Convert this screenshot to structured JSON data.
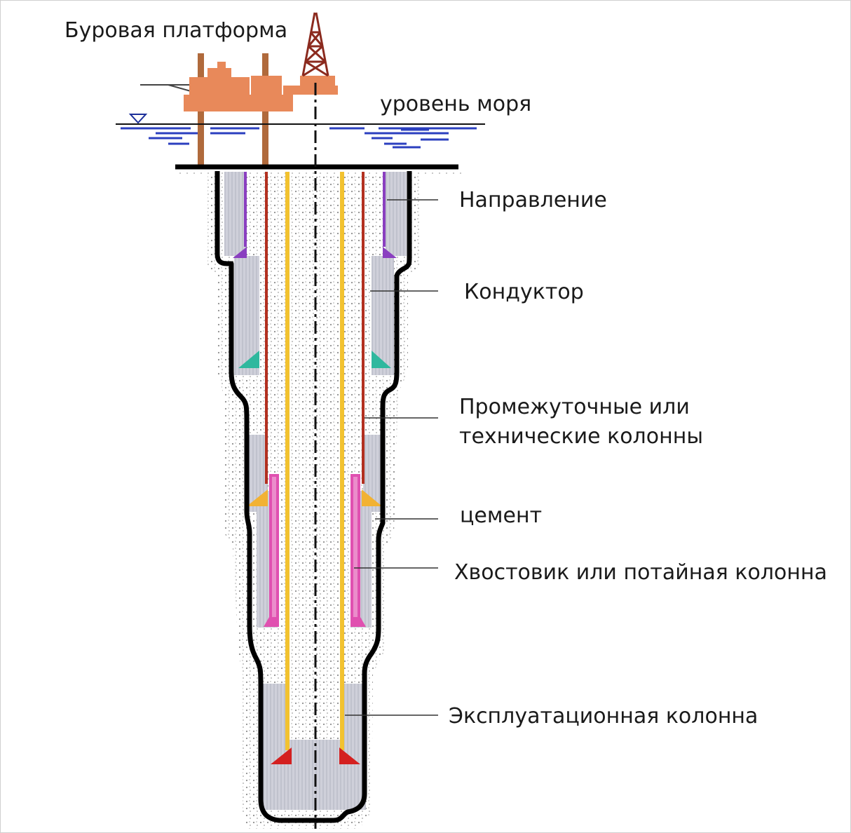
{
  "labels": {
    "platform": "Буровая платформа",
    "sea_level": "уровень моря",
    "direction": "Направление",
    "conductor": "Кондуктор",
    "intermediate_1": "Промежуточные или",
    "intermediate_2": "технические колонны",
    "cement": "цемент",
    "liner": "Хвостовик или потайная колонна",
    "production": "Эксплуатационная колонна"
  },
  "colors": {
    "platform": "#e8895a",
    "platform_legs": "#b06a3c",
    "derrick": "#8b2a1e",
    "water": "#2b3fbf",
    "direction_casing": "#8a3fc0",
    "conductor_casing": "#b23020",
    "conductor_shoe": "#2fb89e",
    "intermediate_shoe": "#f2b233",
    "liner": "#e050b0",
    "production_casing": "#f2c230",
    "production_shoe": "#d42020",
    "cement": "#c9c9d4"
  }
}
